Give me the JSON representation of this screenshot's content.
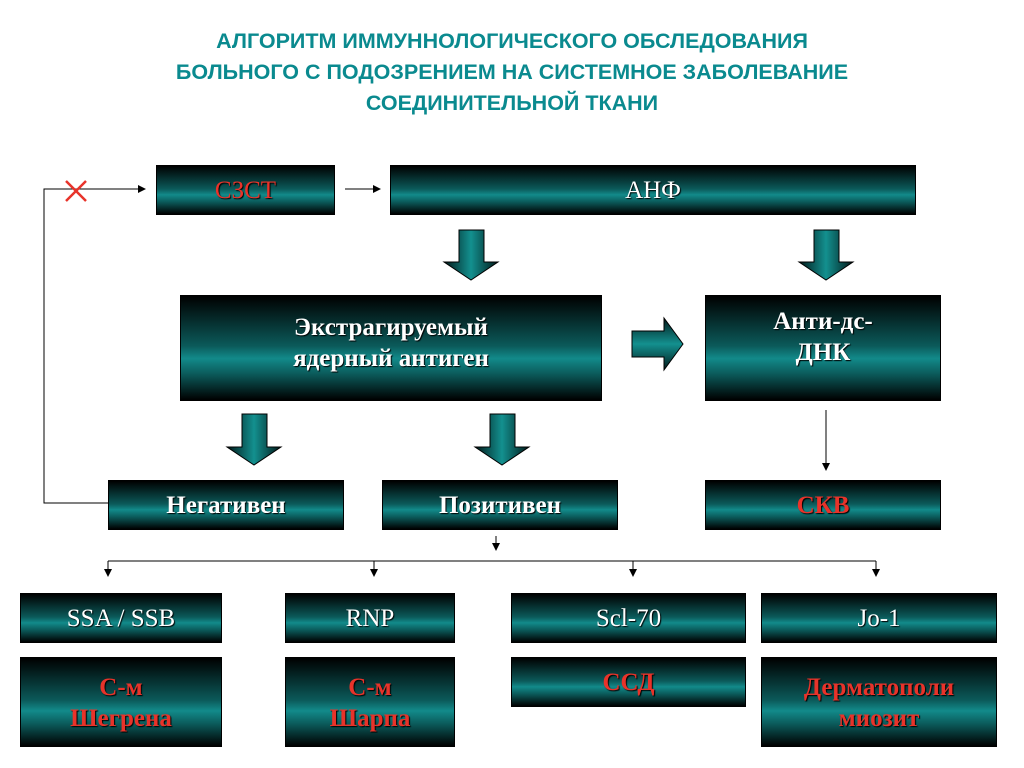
{
  "title": {
    "line1": "АЛГОРИТМ ИММУННОЛОГИЧЕСКОГО ОБСЛЕДОВАНИЯ",
    "line2": "БОЛЬНОГО С ПОДОЗРЕНИЕМ НА СИСТЕМНОЕ ЗАБОЛЕВАНИЕ",
    "line3": "СОЕДИНИТЕЛЬНОЙ ТКАНИ"
  },
  "nodes": {
    "szst": "СЗСТ",
    "anf": "АНФ",
    "ena_line1": "Экстрагируемый",
    "ena_line2": "ядерный антиген",
    "anti_dna_line1": "Анти-дс-",
    "anti_dna_line2": "ДНК",
    "negative": "Негативен",
    "positive": "Позитивен",
    "skv": "СКВ",
    "ssa_ssb": "SSA / SSB",
    "rnp": "RNP",
    "scl70": "Scl-70",
    "jo1": "Jo-1",
    "sjogren_line1": "С-м",
    "sjogren_line2": "Шегрена",
    "sharp_line1": "С-м",
    "sharp_line2": "Шарпа",
    "ssd": "ССД",
    "dermato_line1": "Дерматополи",
    "dermato_line2": "миозит"
  },
  "colors": {
    "title": "#0a8a8f",
    "diagnosis_text": "#e8332a",
    "box_mid": "#128a8a",
    "cross": "#e8332a"
  }
}
